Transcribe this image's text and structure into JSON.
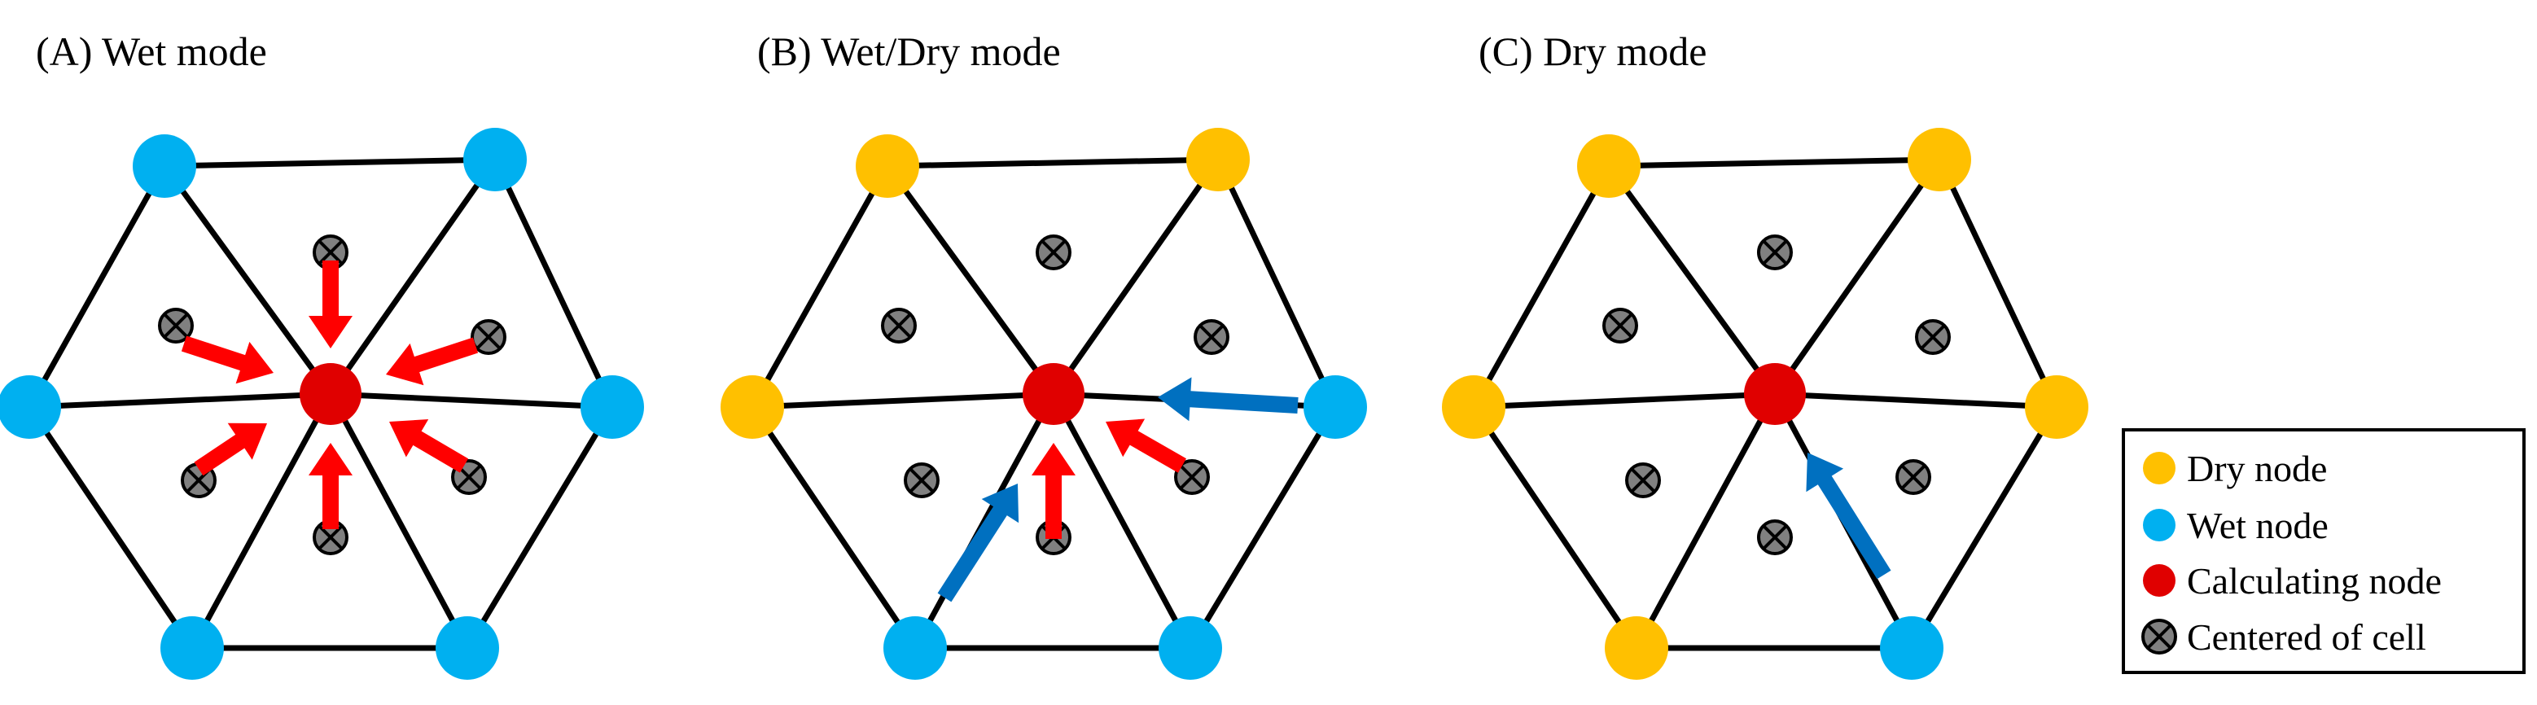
{
  "colors": {
    "dry": "#FFC000",
    "wet": "#00B0F0",
    "calc": "#E00000",
    "center_fill": "#808080",
    "red_arrow": "#FF0000",
    "blue_arrow": "#0070C0",
    "edge": "#000000"
  },
  "panels": [
    {
      "id": "a",
      "title": "(A) Wet mode",
      "outer_nodes": [
        "wet",
        "wet",
        "wet",
        "wet",
        "wet",
        "wet"
      ],
      "arrows": [
        "red",
        "red",
        "red",
        "red",
        "red",
        "red"
      ]
    },
    {
      "id": "b",
      "title": "(B) Wet/Dry mode",
      "outer_nodes": [
        "dry",
        "dry",
        "wet",
        "wet",
        "wet",
        "dry"
      ],
      "arrows": [
        "red",
        "red",
        "blue-from-right-node",
        "blue-from-bottom-left-node"
      ]
    },
    {
      "id": "c",
      "title": "(C) Dry mode",
      "outer_nodes": [
        "dry",
        "dry",
        "dry",
        "wet",
        "dry",
        "dry"
      ],
      "arrows": [
        "blue-from-bottom-right-node"
      ]
    }
  ],
  "legend": {
    "items": [
      {
        "label": "Dry node",
        "icon": "yellow-circle-icon"
      },
      {
        "label": "Wet node",
        "icon": "blue-circle-icon"
      },
      {
        "label": "Calculating node",
        "icon": "red-circle-icon"
      },
      {
        "label": "Centered of cell",
        "icon": "crossed-circle-icon"
      }
    ]
  }
}
